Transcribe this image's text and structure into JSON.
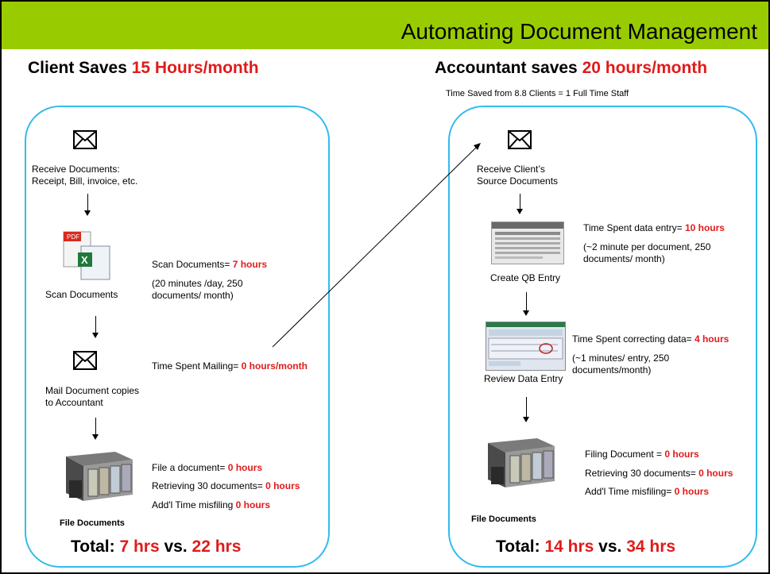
{
  "title": "Automating Document Management",
  "client": {
    "heading_prefix": "Client Saves ",
    "heading_value": "15 Hours/month",
    "step1_label": "Receive  Documents:",
    "step1_label2": "Receipt, Bill, invoice, etc.",
    "step2_label": "Scan Documents",
    "scan_prefix": "Scan Documents= ",
    "scan_value": "7 hours",
    "scan_note1": "(20 minutes /day, 250",
    "scan_note2": "documents/ month)",
    "step3_label1": "Mail Document copies",
    "step3_label2": "to Accountant",
    "mail_prefix": "Time Spent Mailing= ",
    "mail_value": "0 hours/month",
    "file_prefix": "File a document= ",
    "file_value": "0 hours",
    "retrieve_prefix": "Retrieving 30 documents= ",
    "retrieve_value": "0 hours",
    "misfile_prefix": "Add'l Time misfiling ",
    "misfile_value": "0 hours",
    "step4_label": "File Documents",
    "total_prefix": "Total: ",
    "total_a": "7 hrs",
    "total_mid": " vs. ",
    "total_b": "22 hrs"
  },
  "accountant": {
    "heading_prefix": "Accountant saves ",
    "heading_value": "20 hours/month",
    "subnote": "Time Saved from 8.8 Clients = 1 Full Time Staff",
    "step1_label1": "Receive Client’s",
    "step1_label2": "Source Documents",
    "entry_prefix": "Time Spent data entry= ",
    "entry_value": "10 hours",
    "entry_note1": "(~2 minute per document, 250",
    "entry_note2": "documents/ month)",
    "step2_label": "Create QB Entry",
    "correct_prefix": "Time Spent correcting data= ",
    "correct_value": "4 hours",
    "correct_note1": "(~1 minutes/ entry, 250",
    "correct_note2": "documents/month)",
    "step3_label": "Review Data Entry",
    "filing_prefix": "Filing Document = ",
    "filing_value": "0 hours",
    "retrieve_prefix": "Retrieving 30 documents= ",
    "retrieve_value": "0 hours",
    "misfile_prefix": "Add'l Time misfiling= ",
    "misfile_value": "0 hours",
    "step4_label": "File Documents",
    "total_prefix": "Total: ",
    "total_a": "14 hrs",
    "total_mid": " vs. ",
    "total_b": "34 hrs"
  },
  "colors": {
    "banner": "#99cc00",
    "accent": "#e01b1b",
    "box_border": "#33bbee"
  }
}
